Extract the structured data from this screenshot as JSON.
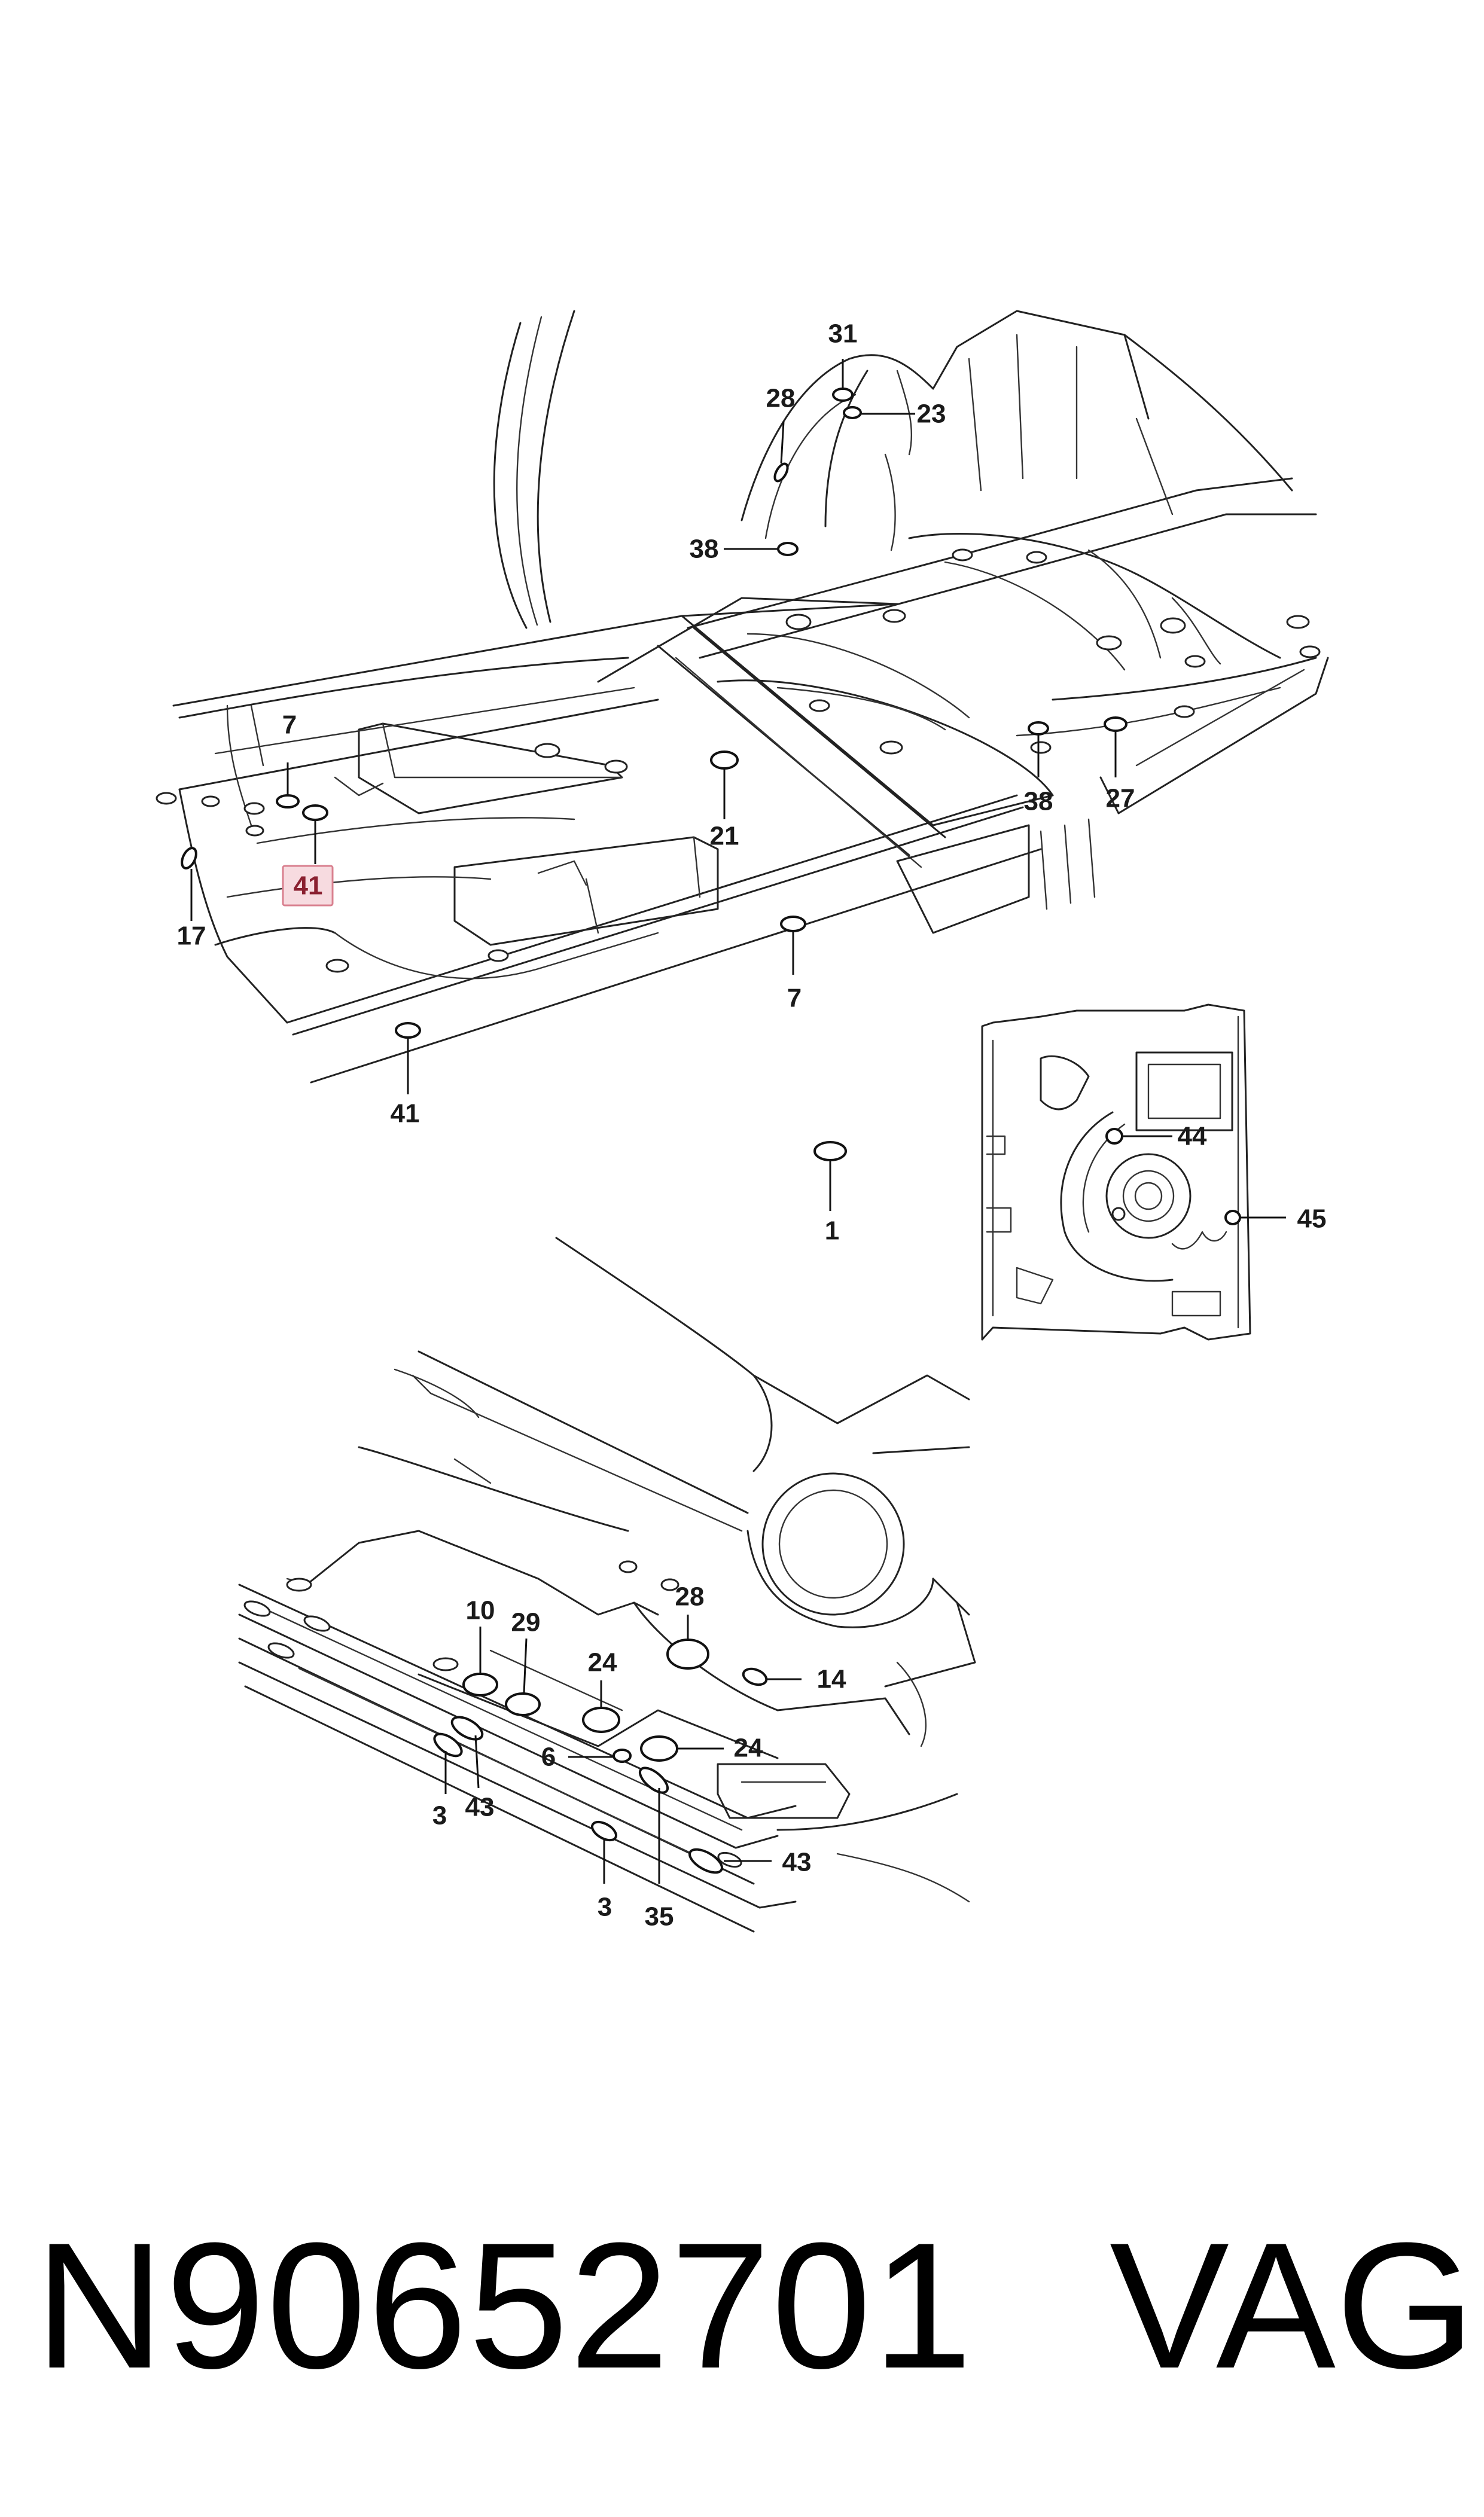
{
  "callouts": {
    "c31": "31",
    "c28_top": "28",
    "c23": "23",
    "c38_left": "38",
    "c7_left": "7",
    "c41_hl": "41",
    "c17": "17",
    "c21": "21",
    "c38_right": "38",
    "c27": "27",
    "c7_mid": "7",
    "c41_low": "41",
    "c1": "1",
    "c44": "44",
    "c45": "45",
    "c28_bot": "28",
    "c10": "10",
    "c29": "29",
    "c24_top": "24",
    "c14": "14",
    "c6": "6",
    "c24_right": "24",
    "c3_left": "3",
    "c43_left": "43",
    "c3_mid": "3",
    "c35": "35",
    "c43_right": "43"
  },
  "footer": {
    "part_number": "N90652701",
    "brand": "VAG"
  },
  "colors": {
    "highlight_fill": "#f7dbe0",
    "highlight_text": "#8a2030",
    "line": "#222222"
  }
}
